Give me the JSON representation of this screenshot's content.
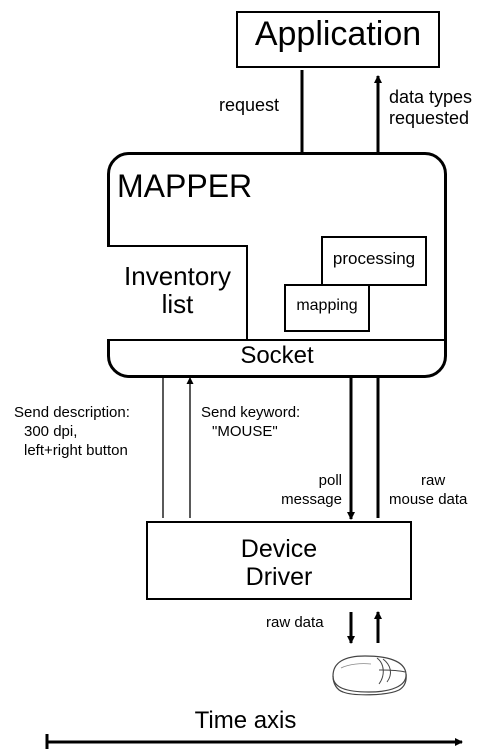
{
  "nodes": {
    "application": "Application",
    "mapper": "MAPPER",
    "inventory_line1": "Inventory",
    "inventory_line2": "list",
    "processing": "processing",
    "mapping": "mapping",
    "socket": "Socket",
    "driver_line1": "Device",
    "driver_line2": "Driver"
  },
  "labels": {
    "request": "request",
    "data_types_line1": "data types",
    "data_types_line2": "requested",
    "send_desc_line1": "Send description:",
    "send_desc_line2": "300 dpi,",
    "send_desc_line3": "left+right button",
    "send_kw_line1": "Send keyword:",
    "send_kw_line2": "\"MOUSE\"",
    "poll_line1": "poll",
    "poll_line2": "message",
    "raw_line1": "raw",
    "raw_line2": "mouse data",
    "raw_data": "raw data",
    "time_axis": "Time axis"
  },
  "icons": {
    "device": "mouse-icon"
  }
}
